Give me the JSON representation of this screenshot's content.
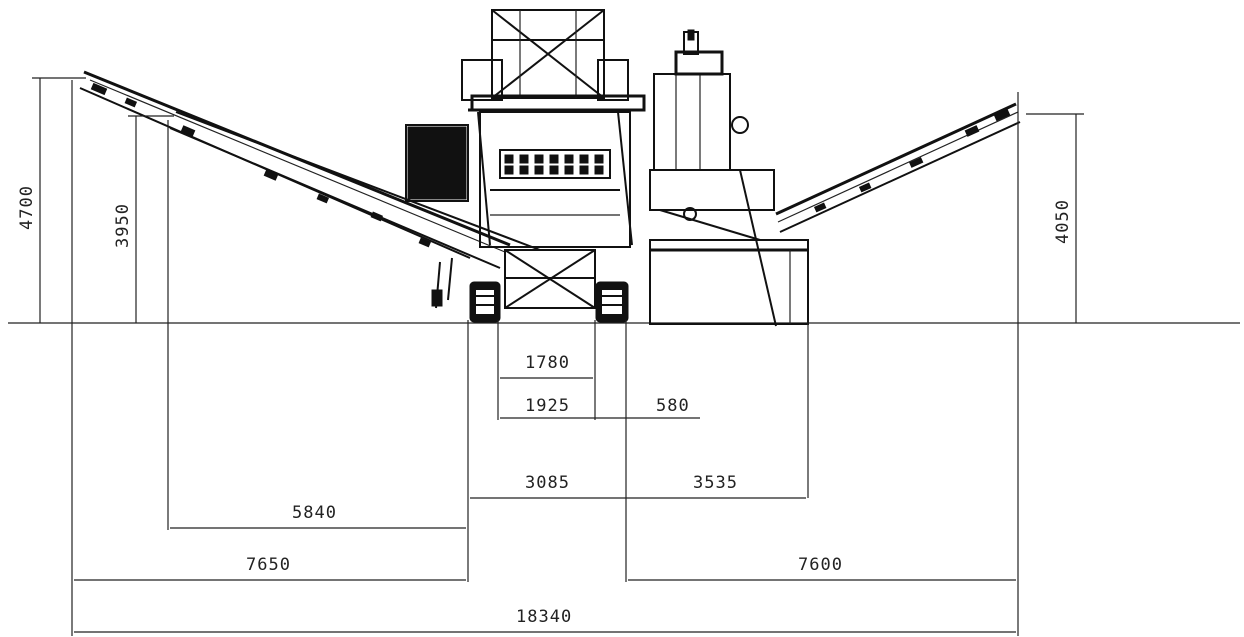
{
  "colors": {
    "ink": "#111111",
    "paper": "#ffffff"
  },
  "dimensions": {
    "height_left_outer": "4700",
    "height_left_inner": "3950",
    "height_right": "4050",
    "track_inner": "1780",
    "track_outer": "1925",
    "offset_right": "580",
    "center_left": "3085",
    "center_right": "3535",
    "left_reach_inner": "5840",
    "left_reach_outer": "7650",
    "right_reach": "7600",
    "overall_length": "18340"
  }
}
